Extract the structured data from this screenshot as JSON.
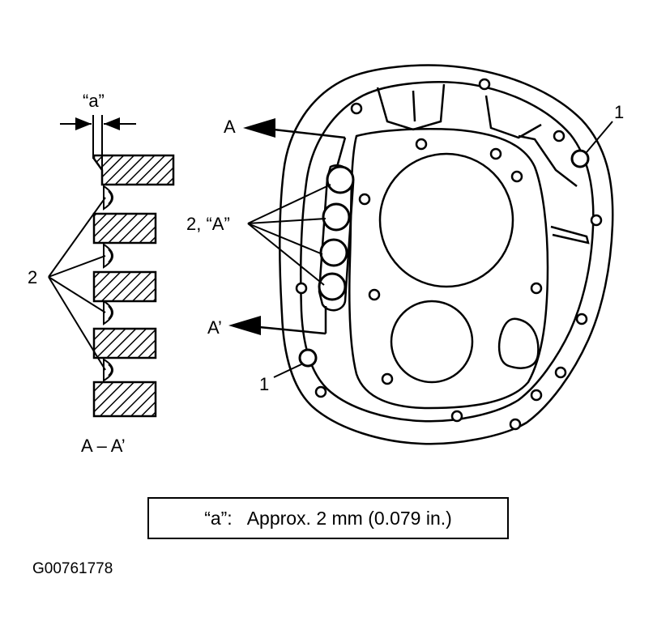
{
  "labels": {
    "dim_a": "“a”",
    "item_2": "2",
    "section": "A – A’",
    "A": "A",
    "A_prime": "A’",
    "item_2A": "2, “A”",
    "item_1_top": "1",
    "item_1_bottom": "1"
  },
  "note": {
    "key": "“a”:",
    "value": "Approx. 2 mm (0.079 in.)"
  },
  "figure_id": "G00761778",
  "colors": {
    "ink": "#000000",
    "paper": "#ffffff"
  }
}
